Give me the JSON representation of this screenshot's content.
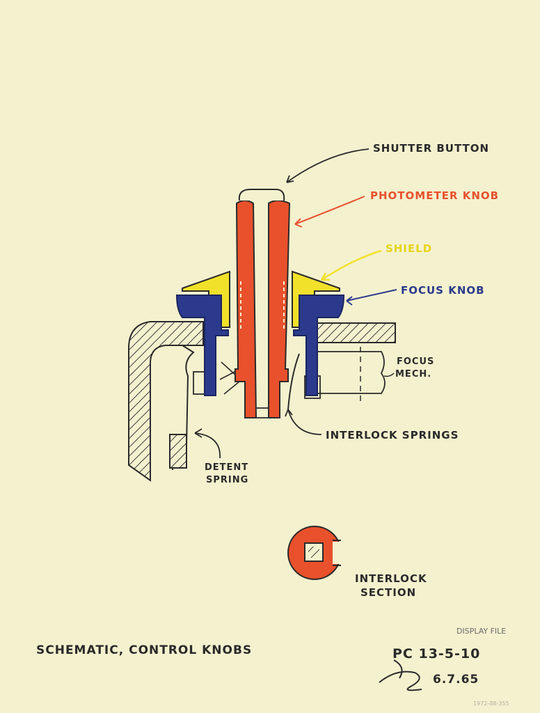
{
  "labels": {
    "shutter_button": "SHUTTER BUTTON",
    "photometer_knob": "PHOTOMETER KNOB",
    "shield": "SHIELD",
    "focus_knob": "FOCUS KNOB",
    "focus_mech_1": "FOCUS",
    "focus_mech_2": "MECH.",
    "interlock_springs": "INTERLOCK SPRINGS",
    "detent_spring_1": "DETENT",
    "detent_spring_2": "SPRING",
    "interlock_section_1": "INTERLOCK",
    "interlock_section_2": "SECTION"
  },
  "title": "SCHEMATIC, CONTROL KNOBS",
  "stamp": "DISPLAY FILE",
  "ref": "PC 13-5-10",
  "date": "6.7.65",
  "catalog": "1972-88-355",
  "colors": {
    "paper": "#f4f1cf",
    "red": "#e8512c",
    "yellow": "#f2e12a",
    "blue": "#2b3a8c",
    "ink": "#2a2a2a"
  }
}
